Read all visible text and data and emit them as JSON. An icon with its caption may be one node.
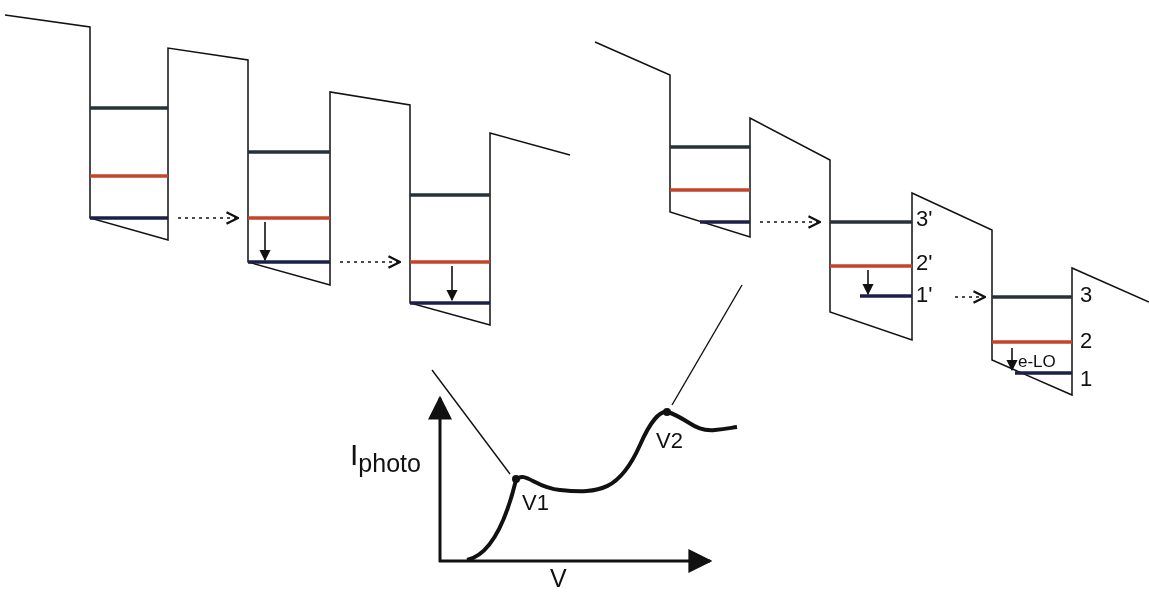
{
  "diagram": {
    "labels": [
      "3'",
      "2'",
      "1'",
      "3",
      "2",
      "e-LO",
      "1",
      "I$_{photo}$",
      "V2",
      "V1",
      "V"
    ]
  }
}
